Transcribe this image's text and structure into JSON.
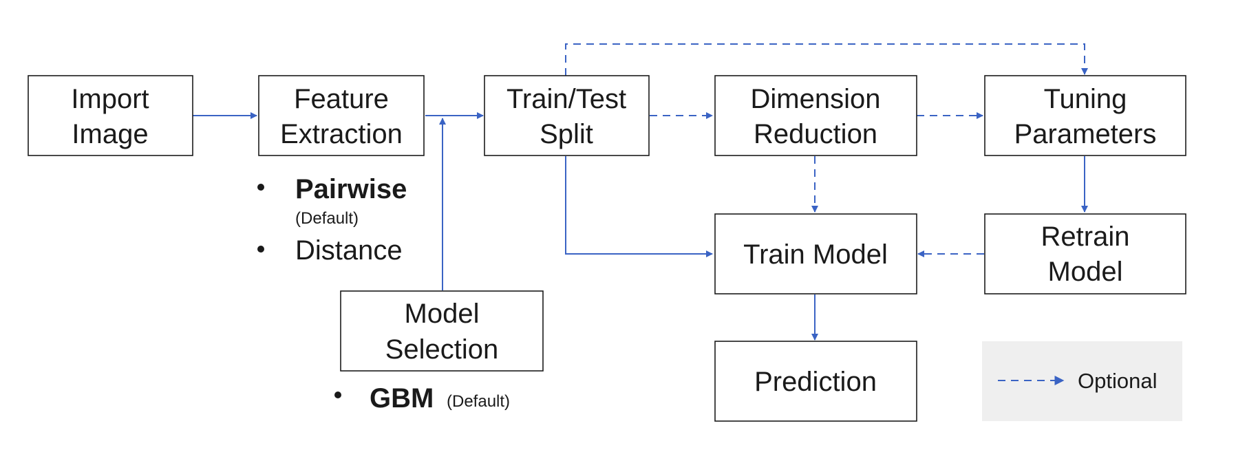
{
  "diagram": {
    "nodes": {
      "import_image": {
        "line1": "Import",
        "line2": "Image"
      },
      "feature_extraction": {
        "line1": "Feature",
        "line2": "Extraction"
      },
      "train_test_split": {
        "line1": "Train/Test",
        "line2": "Split"
      },
      "dimension_reduction": {
        "line1": "Dimension",
        "line2": "Reduction"
      },
      "tuning_parameters": {
        "line1": "Tuning",
        "line2": "Parameters"
      },
      "train_model": {
        "label": "Train Model"
      },
      "retrain_model": {
        "line1": "Retrain",
        "line2": "Model"
      },
      "model_selection": {
        "line1": "Model",
        "line2": "Selection"
      },
      "prediction": {
        "label": "Prediction"
      }
    },
    "feature_options": [
      {
        "label": "Pairwise",
        "bold": true,
        "note": "(Default)"
      },
      {
        "label": "Distance",
        "bold": false,
        "note": ""
      }
    ],
    "model_options": [
      {
        "label": "GBM",
        "bold": true,
        "note": "(Default)"
      }
    ],
    "edges": [
      {
        "from": "import_image",
        "to": "feature_extraction",
        "style": "solid"
      },
      {
        "from": "feature_extraction",
        "to": "train_test_split",
        "style": "solid"
      },
      {
        "from": "model_selection",
        "to": "feature_extraction -> train_test_split",
        "style": "solid"
      },
      {
        "from": "train_test_split",
        "to": "dimension_reduction",
        "style": "dashed"
      },
      {
        "from": "dimension_reduction",
        "to": "tuning_parameters",
        "style": "dashed"
      },
      {
        "from": "train_test_split",
        "to": "tuning_parameters",
        "style": "dashed"
      },
      {
        "from": "dimension_reduction",
        "to": "train_model",
        "style": "dashed"
      },
      {
        "from": "train_test_split",
        "to": "train_model",
        "style": "solid"
      },
      {
        "from": "tuning_parameters",
        "to": "retrain_model",
        "style": "solid"
      },
      {
        "from": "retrain_model",
        "to": "train_model",
        "style": "dashed"
      },
      {
        "from": "train_model",
        "to": "prediction",
        "style": "solid"
      }
    ],
    "legend": {
      "label": "Optional"
    },
    "colors": {
      "edge": "#3a63c4",
      "box_border": "#1a1a1a",
      "text": "#1a1a1a",
      "legend_background": "#efefef"
    }
  }
}
